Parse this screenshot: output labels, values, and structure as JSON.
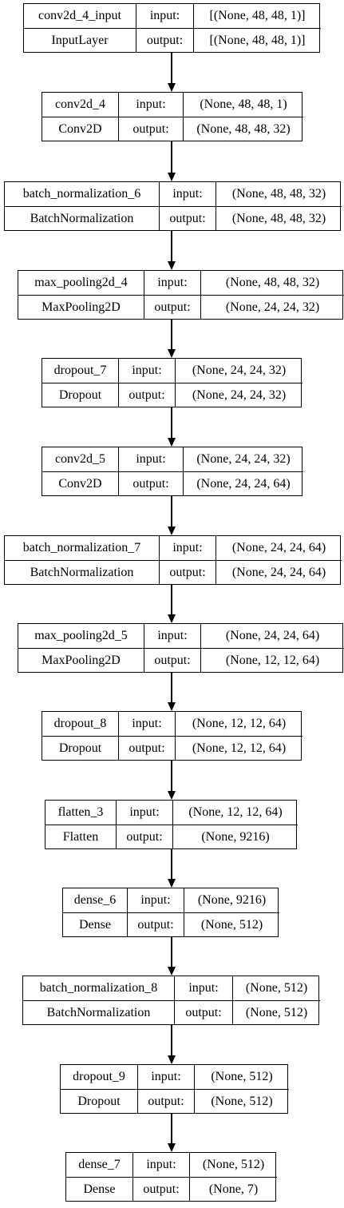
{
  "layers": [
    {
      "name": "conv2d_4_input",
      "type": "InputLayer",
      "input_label": "input:",
      "output_label": "output:",
      "input_shape": "[(None, 48, 48, 1)]",
      "output_shape": "[(None, 48, 48, 1)]"
    },
    {
      "name": "conv2d_4",
      "type": "Conv2D",
      "input_label": "input:",
      "output_label": "output:",
      "input_shape": "(None, 48, 48, 1)",
      "output_shape": "(None, 48, 48, 32)"
    },
    {
      "name": "batch_normalization_6",
      "type": "BatchNormalization",
      "input_label": "input:",
      "output_label": "output:",
      "input_shape": "(None, 48, 48, 32)",
      "output_shape": "(None, 48, 48, 32)"
    },
    {
      "name": "max_pooling2d_4",
      "type": "MaxPooling2D",
      "input_label": "input:",
      "output_label": "output:",
      "input_shape": "(None, 48, 48, 32)",
      "output_shape": "(None, 24, 24, 32)"
    },
    {
      "name": "dropout_7",
      "type": "Dropout",
      "input_label": "input:",
      "output_label": "output:",
      "input_shape": "(None, 24, 24, 32)",
      "output_shape": "(None, 24, 24, 32)"
    },
    {
      "name": "conv2d_5",
      "type": "Conv2D",
      "input_label": "input:",
      "output_label": "output:",
      "input_shape": "(None, 24, 24, 32)",
      "output_shape": "(None, 24, 24, 64)"
    },
    {
      "name": "batch_normalization_7",
      "type": "BatchNormalization",
      "input_label": "input:",
      "output_label": "output:",
      "input_shape": "(None, 24, 24, 64)",
      "output_shape": "(None, 24, 24, 64)"
    },
    {
      "name": "max_pooling2d_5",
      "type": "MaxPooling2D",
      "input_label": "input:",
      "output_label": "output:",
      "input_shape": "(None, 24, 24, 64)",
      "output_shape": "(None, 12, 12, 64)"
    },
    {
      "name": "dropout_8",
      "type": "Dropout",
      "input_label": "input:",
      "output_label": "output:",
      "input_shape": "(None, 12, 12, 64)",
      "output_shape": "(None, 12, 12, 64)"
    },
    {
      "name": "flatten_3",
      "type": "Flatten",
      "input_label": "input:",
      "output_label": "output:",
      "input_shape": "(None, 12, 12, 64)",
      "output_shape": "(None, 9216)"
    },
    {
      "name": "dense_6",
      "type": "Dense",
      "input_label": "input:",
      "output_label": "output:",
      "input_shape": "(None, 9216)",
      "output_shape": "(None, 512)"
    },
    {
      "name": "batch_normalization_8",
      "type": "BatchNormalization",
      "input_label": "input:",
      "output_label": "output:",
      "input_shape": "(None, 512)",
      "output_shape": "(None, 512)"
    },
    {
      "name": "dropout_9",
      "type": "Dropout",
      "input_label": "input:",
      "output_label": "output:",
      "input_shape": "(None, 512)",
      "output_shape": "(None, 512)"
    },
    {
      "name": "dense_7",
      "type": "Dense",
      "input_label": "input:",
      "output_label": "output:",
      "input_shape": "(None, 512)",
      "output_shape": "(None, 7)"
    }
  ]
}
